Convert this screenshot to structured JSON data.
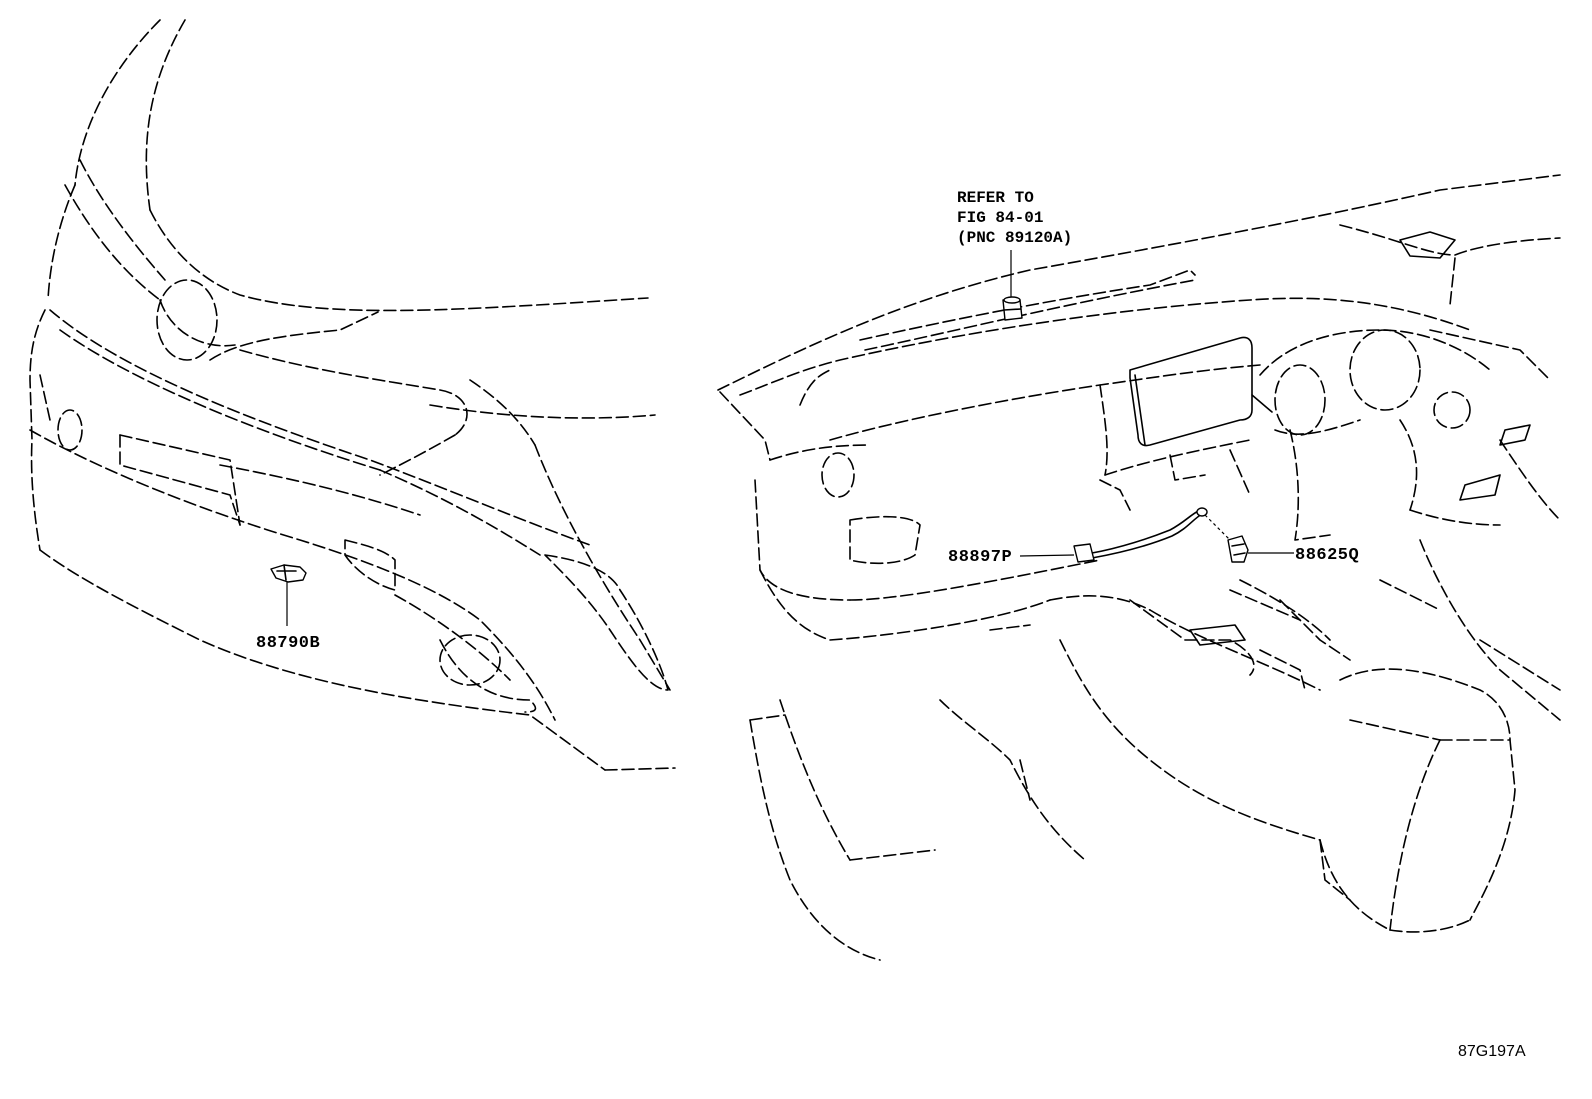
{
  "callouts": {
    "part_88790B": "88790B",
    "part_88897P": "88897P",
    "part_88625Q": "88625Q"
  },
  "note": {
    "line1": "REFER TO",
    "line2": "FIG 84-01",
    "line3": "(PNC 89120A)"
  },
  "figure_code": "87G197A"
}
